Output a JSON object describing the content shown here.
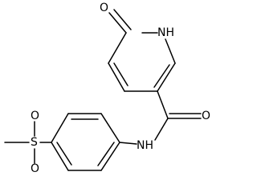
{
  "molecule": {
    "atoms": {
      "ring_nh": "NH",
      "carbonyl_o_ring": "O",
      "amide_o": "O",
      "amide_nh": "NH",
      "sulfur": "S",
      "sulfonyl_o_top": "O",
      "sulfonyl_o_bottom": "O"
    }
  }
}
